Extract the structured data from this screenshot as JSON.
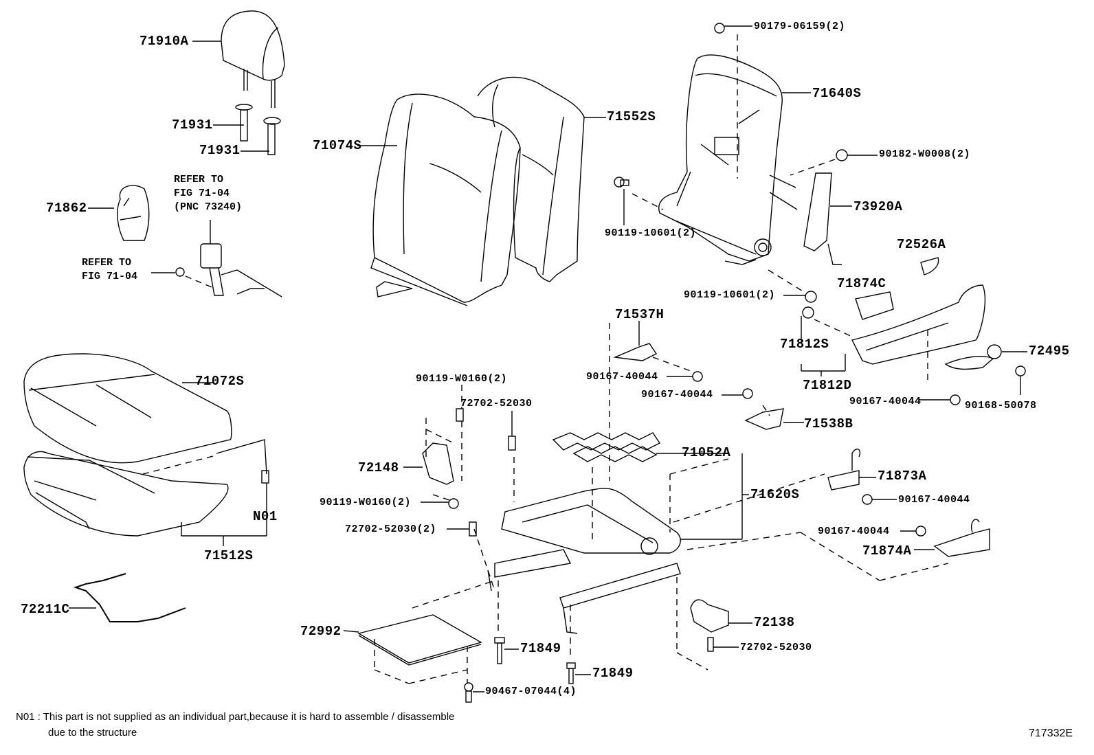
{
  "diagram": {
    "figure_id": "717332E",
    "note": {
      "line1": "N01 : This part is not supplied as an individual part,because it is hard to assemble / disassemble",
      "line2": "due to the structure"
    },
    "references": {
      "buckle": [
        "REFER TO",
        "FIG 71-04",
        "(PNC 73240)"
      ],
      "anchor": [
        "REFER TO",
        "FIG 71-04"
      ]
    },
    "labels": {
      "headrest": "71910A",
      "support_upper": "71931",
      "support_lower": "71931",
      "recliner_cover": "71862",
      "cushion_cover": "71072S",
      "cushion_pad": "71512S",
      "n01": "N01",
      "wire": "72211C",
      "back_cover": "71074S",
      "back_pad": "71552S",
      "nut_top": "90179-06159(2)",
      "back_frame": "71640S",
      "nut_airbag": "90182-W0008(2)",
      "bolt_left": "90119-10601(2)",
      "side_airbag": "73920A",
      "knob_upper": "72526A",
      "shield_cover": "71874C",
      "bolt_right": "90119-10601(2)",
      "shield_assy": "71812S",
      "shield_d": "71812D",
      "knob_lower": "72495",
      "screw_shield": "90167-40044",
      "screw_knob": "90168-50078",
      "hook_h": "71537H",
      "screw_hook_h": "90167-40044",
      "screw_hook_b": "90167-40044",
      "hook_b": "71538B",
      "spring": "71052A",
      "cushion_frame": "71620S",
      "bolt_w_top": "90119-W0160(2)",
      "clip_top": "72702-52030",
      "bracket": "72148",
      "bolt_w_bottom": "90119-W0160(2)",
      "clip_left": "72702-52030(2)",
      "hook_a": "71873A",
      "screw_hook_a": "90167-40044",
      "screw_shield_a": "90167-40044",
      "shield_a": "71874A",
      "cover_72138": "72138",
      "clip_bottom": "72702-52030",
      "tray": "72992",
      "pin_upper": "71849",
      "pin_lower": "71849",
      "nut_bottom": "90467-07044(4)"
    }
  }
}
